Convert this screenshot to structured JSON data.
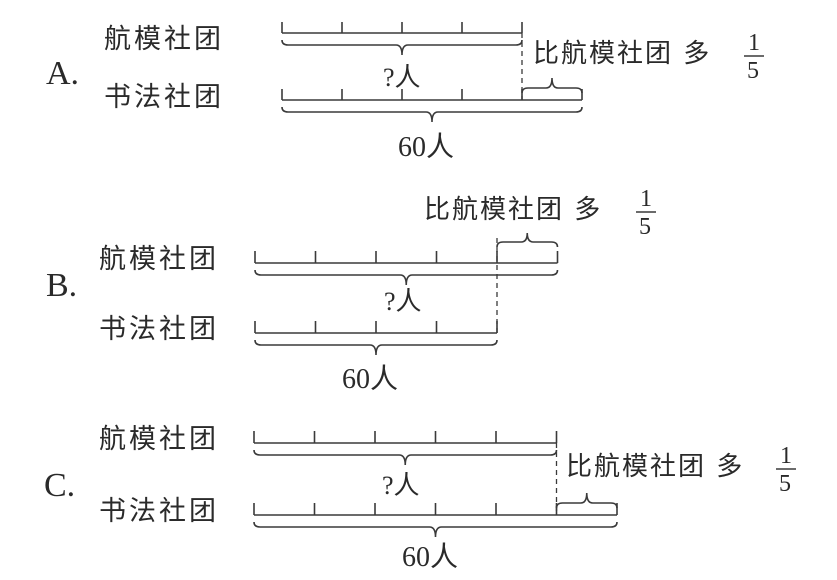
{
  "question_options": [
    {
      "letter": "A.",
      "top_label": "航模社团",
      "bottom_label": "书法社团",
      "top_segments": 4,
      "bottom_segments": 5,
      "top_brace_label": "?人",
      "bottom_brace_label": "60人",
      "extra_label": "比航模社团 多",
      "extra_fraction": {
        "numerator": "1",
        "denominator": "5"
      },
      "extra_on": "bottom"
    },
    {
      "letter": "B.",
      "top_label": "航模社团",
      "bottom_label": "书法社团",
      "top_segments": 5,
      "bottom_segments": 4,
      "top_brace_label": "?人",
      "bottom_brace_label": "60人",
      "extra_label": "比航模社团 多",
      "extra_fraction": {
        "numerator": "1",
        "denominator": "5"
      },
      "extra_on": "top"
    },
    {
      "letter": "C.",
      "top_label": "航模社团",
      "bottom_label": "书法社团",
      "top_segments": 5,
      "bottom_segments": 6,
      "top_brace_label": "?人",
      "bottom_brace_label": "60人",
      "extra_label": "比航模社团 多",
      "extra_fraction": {
        "numerator": "1",
        "denominator": "5"
      },
      "extra_on": "bottom"
    }
  ]
}
